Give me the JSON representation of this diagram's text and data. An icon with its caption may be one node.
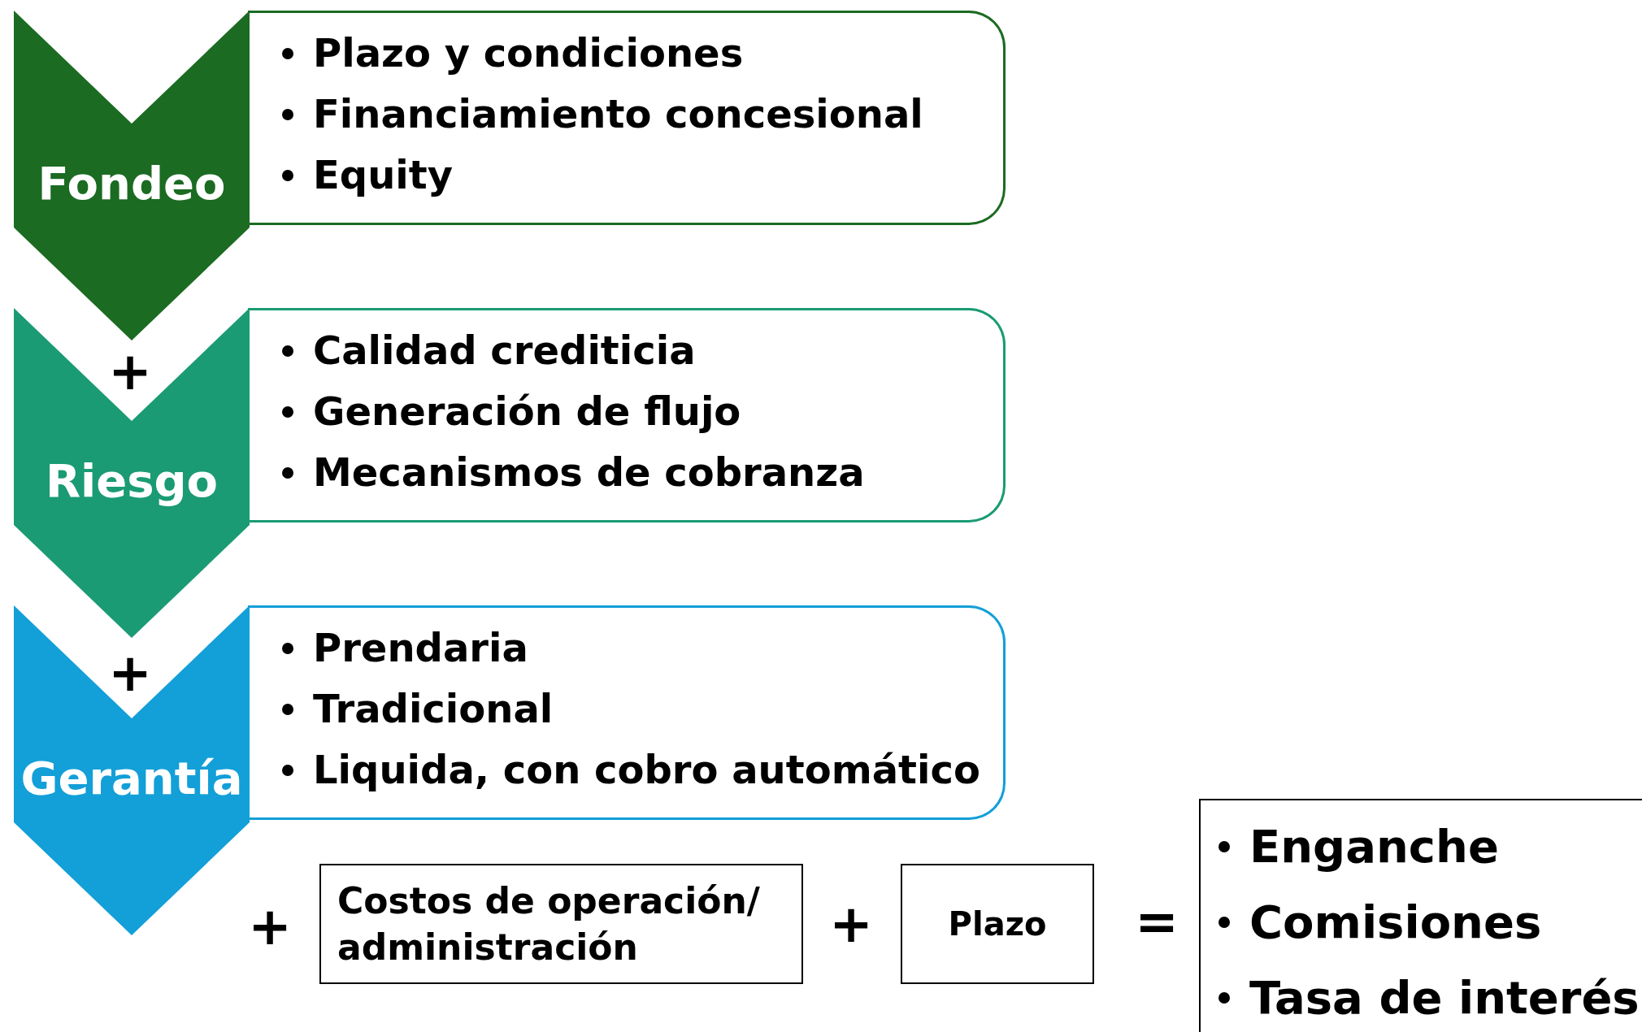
{
  "diagram": {
    "nodes": [
      {
        "text": [
          "Fondeo"
        ]
      },
      {
        "text": [
          "Plazo y condiciones",
          "Financiamiento concesional",
          "Equity"
        ]
      },
      {
        "text": [
          "Riesgo"
        ]
      },
      {
        "text": [
          "Calidad crediticia",
          "Generación de flujo",
          "Mecanismos de cobranza"
        ]
      },
      {
        "text": [
          "Gerantía"
        ]
      },
      {
        "text": [
          "Prendaria",
          "Tradicional",
          "Liquida, con cobro automático"
        ]
      },
      {
        "text": [
          "Costos de operación/ administración"
        ]
      },
      {
        "text": [
          "Plazo"
        ]
      },
      {
        "text": [
          "Enganche",
          "Comisiones",
          "Tasa de interés"
        ]
      }
    ],
    "edges": [],
    "labels": [
      "+",
      "+",
      "+",
      "+",
      "="
    ]
  }
}
